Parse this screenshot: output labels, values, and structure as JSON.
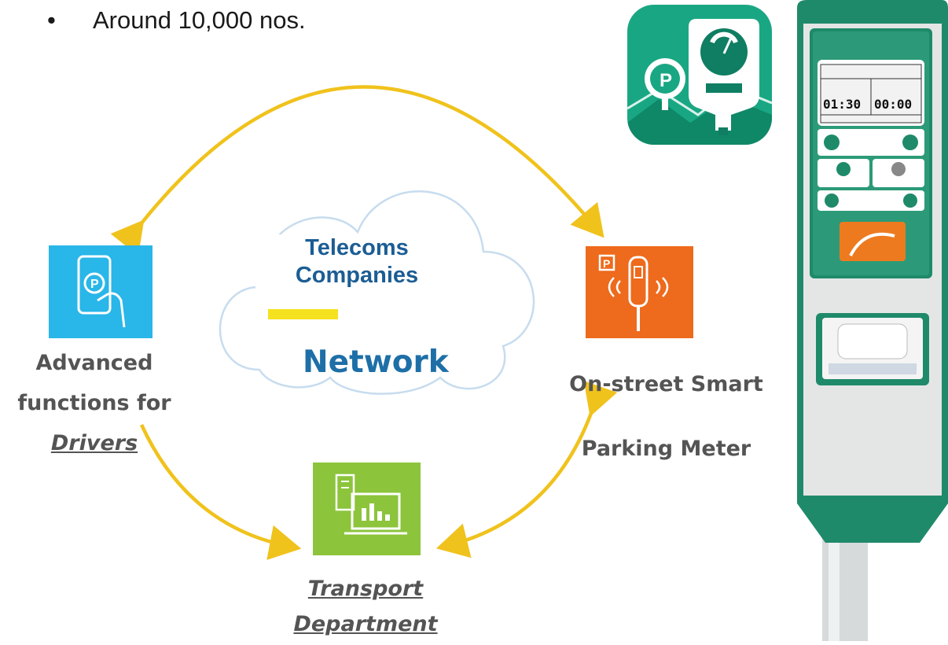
{
  "bullet": {
    "marker": "•",
    "text": "Around 10,000 nos."
  },
  "cloud": {
    "title": "Telecoms Companies",
    "network": "Network"
  },
  "nodes": {
    "drivers": {
      "line1": "Advanced",
      "line2": "functions for",
      "line3": "Drivers"
    },
    "meter": {
      "line1": "On-street Smart",
      "line2": "Parking Meter"
    },
    "transport": {
      "line1": "Transport",
      "line2": "Department"
    }
  },
  "device": {
    "time_left": "01:30",
    "time_right": "00:00"
  },
  "colors": {
    "drivers_tile": "#29b6e8",
    "meter_tile": "#ee6a1c",
    "transport_tile": "#8cc43c",
    "arrows": "#f0c21c",
    "device_green": "#1f8a6a"
  },
  "icons": [
    "phone-parking-icon",
    "parking-meter-signal-icon",
    "dashboard-laptop-icon",
    "parking-app-icon"
  ]
}
